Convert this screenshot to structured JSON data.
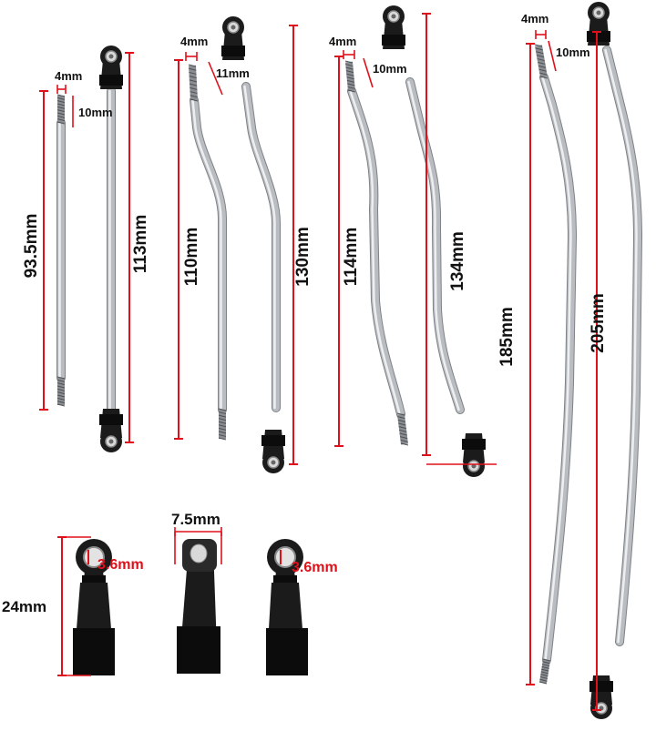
{
  "colors": {
    "background": "#ffffff",
    "dimension_line": "#e0101a",
    "text": "#111111",
    "dimension_text_red": "#e0101a",
    "rod_metal": "#b9bcc0",
    "rod_highlight": "#eceef0",
    "rod_shadow": "#7e8286",
    "rod_end_plastic": "#1b1b1b"
  },
  "groups": [
    {
      "name": "link-pair-1",
      "short_rod_length": "93.5mm",
      "long_rod_length": "113mm",
      "thread_width": "4mm",
      "thread_length": "10mm"
    },
    {
      "name": "link-pair-2",
      "short_rod_length": "110mm",
      "long_rod_length": "130mm",
      "thread_width": "4mm",
      "thread_length": "11mm"
    },
    {
      "name": "link-pair-3",
      "short_rod_length": "114mm",
      "long_rod_length": "134mm",
      "thread_width": "4mm",
      "thread_length": "10mm"
    },
    {
      "name": "link-pair-4",
      "short_rod_length": "185mm",
      "long_rod_length": "205mm",
      "thread_width": "4mm",
      "thread_length": "10mm"
    }
  ],
  "rod_end_detail": {
    "height": "24mm",
    "width": "7.5mm",
    "hole_left": "3.6mm",
    "hole_right": "3.6mm"
  }
}
